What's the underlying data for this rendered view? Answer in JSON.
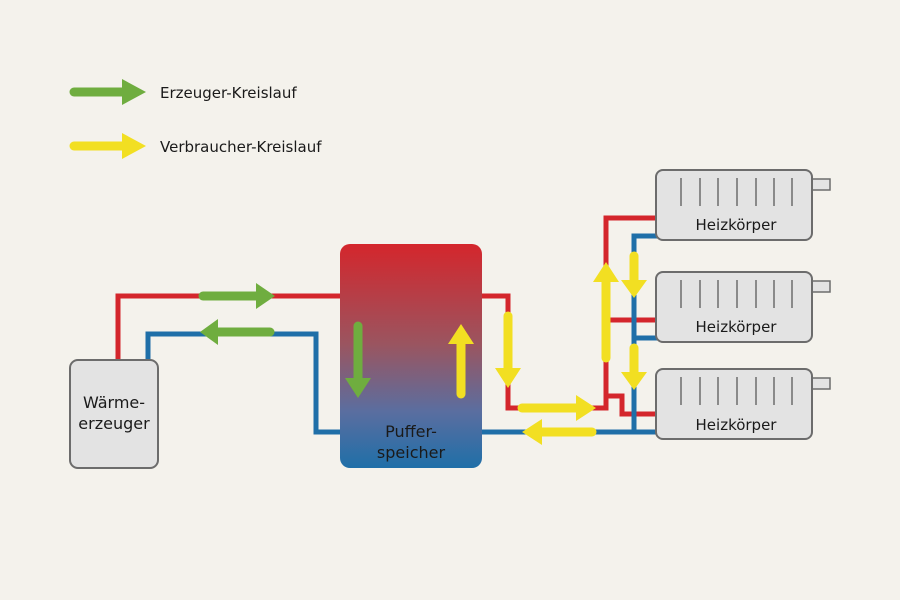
{
  "legend": {
    "producer": "Erzeuger-Kreislauf",
    "consumer": "Verbraucher-Kreislauf"
  },
  "heat_generator": {
    "line1": "Wärme-",
    "line2": "erzeuger"
  },
  "buffer_tank": {
    "line1": "Puffer-",
    "line2": "speicher"
  },
  "radiators": [
    {
      "label": "Heizkörper"
    },
    {
      "label": "Heizkörper"
    },
    {
      "label": "Heizkörper"
    }
  ],
  "colors": {
    "background": "#f4f2ec",
    "supply_pipe": "#d4262c",
    "return_pipe": "#1f6fa8",
    "producer_arrow": "#6fad3f",
    "consumer_arrow": "#f2df22",
    "device_fill": "#e3e3e3",
    "device_stroke": "#6c6c6c"
  }
}
